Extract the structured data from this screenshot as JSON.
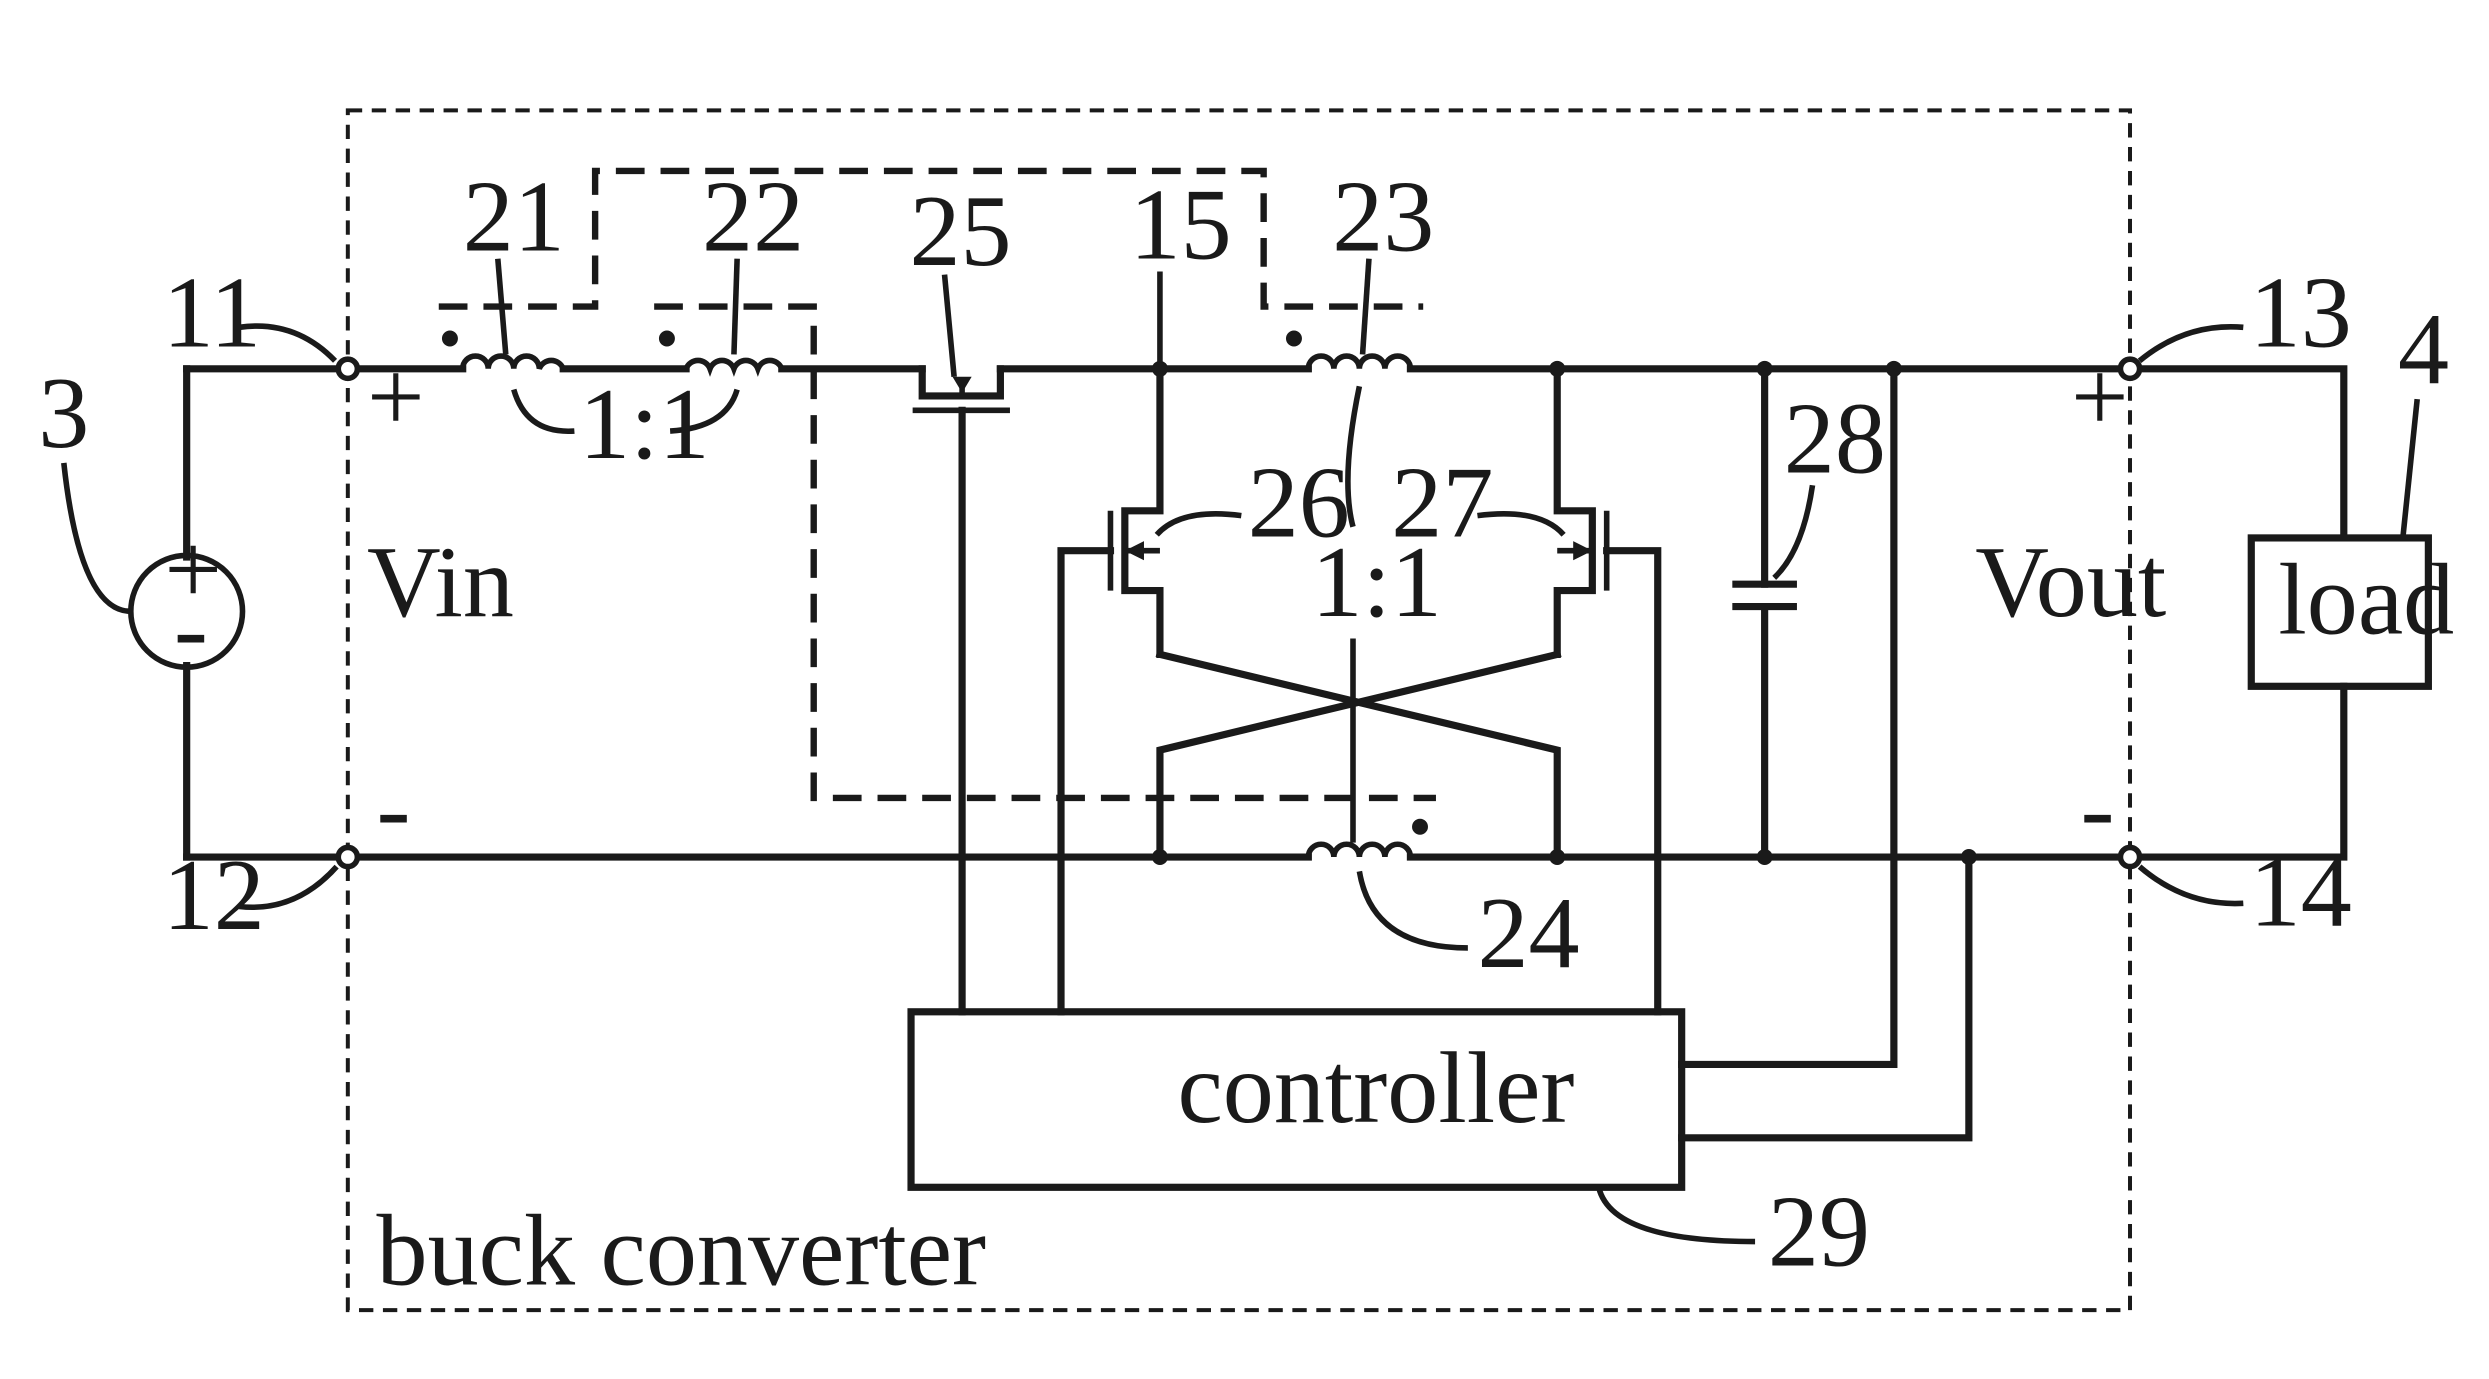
{
  "boundary": {
    "label": "buck converter"
  },
  "source": {
    "ref": "3",
    "plus": "+",
    "minus": "-"
  },
  "terminals": {
    "t11": "11",
    "t12": "12",
    "t13": "13",
    "t14": "14"
  },
  "input": {
    "label": "Vin",
    "plus": "+",
    "minus": "-"
  },
  "output": {
    "label": "Vout",
    "plus": "+",
    "minus": "-"
  },
  "inductors": {
    "l21": "21",
    "l22": "22",
    "l23": "23",
    "l24": "24",
    "ratio_top": "1:1",
    "ratio_mid": "1:1"
  },
  "switches": {
    "s25": "25",
    "s26": "26",
    "s27": "27"
  },
  "node": {
    "n15": "15"
  },
  "capacitor": {
    "ref": "28"
  },
  "controller": {
    "label": "controller",
    "ref": "29"
  },
  "load": {
    "label": "load",
    "ref": "4"
  }
}
